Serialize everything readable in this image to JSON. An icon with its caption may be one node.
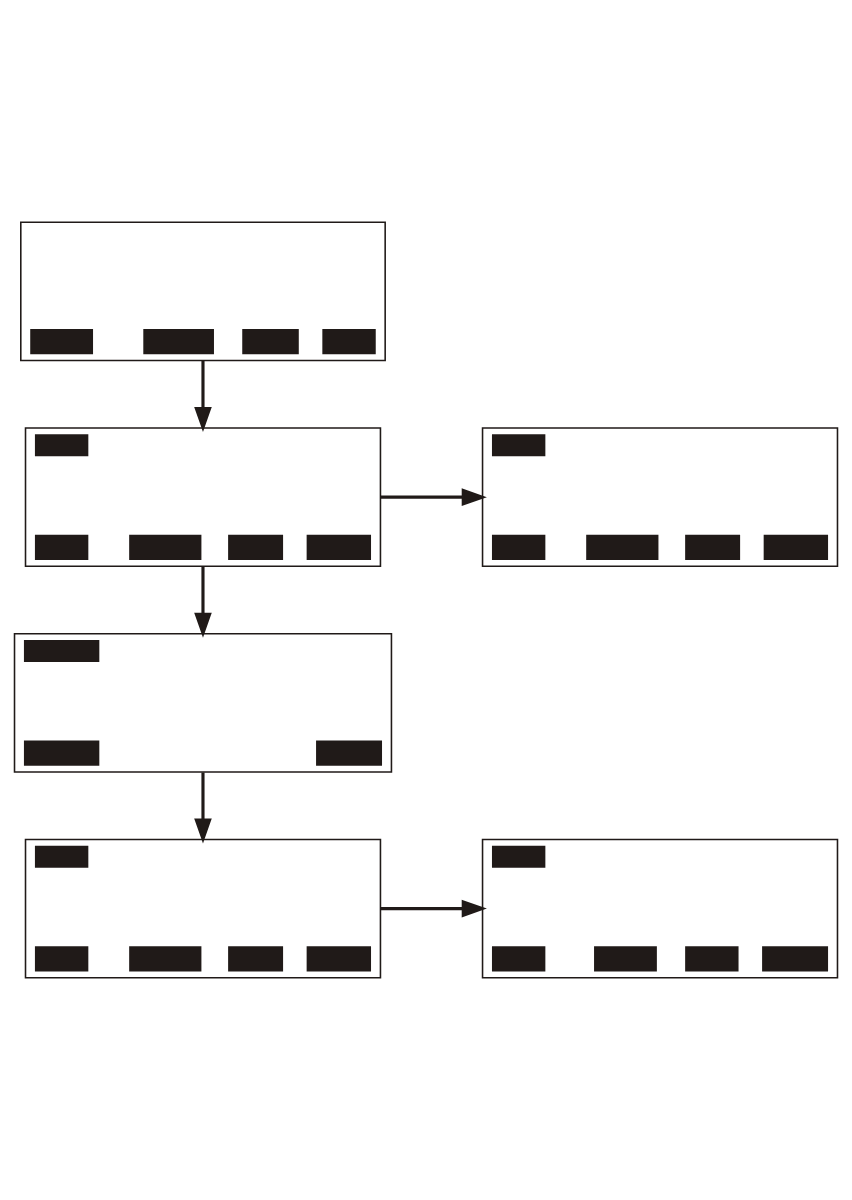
{
  "diagram": {
    "nodes": [
      {
        "text": [],
        "shape": "box"
      },
      {
        "text": [],
        "shape": "box"
      },
      {
        "text": [],
        "shape": "box"
      },
      {
        "text": [],
        "shape": "box"
      },
      {
        "text": [],
        "shape": "box"
      },
      {
        "text": [],
        "shape": "box"
      }
    ],
    "edges": [
      {
        "from": 0,
        "to": 1,
        "arrow": "to"
      },
      {
        "from": 1,
        "to": 2,
        "arrow": "to"
      },
      {
        "from": 1,
        "to": 3,
        "arrow": "to"
      },
      {
        "from": 3,
        "to": 4,
        "arrow": "to"
      },
      {
        "from": 4,
        "to": 5,
        "arrow": "to"
      }
    ]
  }
}
